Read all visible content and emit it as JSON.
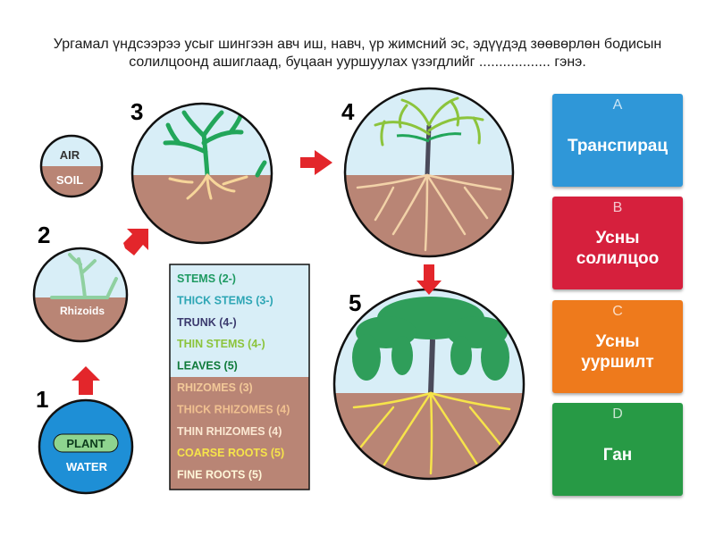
{
  "question": "Ургамал үндсээрээ усыг шингээн авч иш, навч, үр жимсний эс, эдүүдэд зөөвөрлөн бодисын солилцоонд ашиглаад, буцаан ууршуулах үзэгдлийг .................. гэнэ.",
  "diagram": {
    "steps": [
      "1",
      "2",
      "3",
      "4",
      "5"
    ],
    "air_label": "AIR",
    "soil_label": "SOIL",
    "rhizoids_label": "Rhizoids",
    "plant_label": "PLANT",
    "water_label": "WATER",
    "legend": [
      {
        "text": "STEMS (2-)",
        "color": "#1e9a62"
      },
      {
        "text": "THICK STEMS (3-)",
        "color": "#2ea6b5"
      },
      {
        "text": "TRUNK (4-)",
        "color": "#3b3a6e"
      },
      {
        "text": "THIN STEMS (4-)",
        "color": "#8cc43c"
      },
      {
        "text": "LEAVES (5)",
        "color": "#0f7a3a"
      },
      {
        "text": "RHIZOMES (3)",
        "color": "#f2c898"
      },
      {
        "text": "THICK RHIZOMES (4)",
        "color": "#f0c090"
      },
      {
        "text": "THIN RHIZOMES (4)",
        "color": "#fbe8d2"
      },
      {
        "text": "COARSE ROOTS (5)",
        "color": "#f6e44a"
      },
      {
        "text": "FINE ROOTS (5)",
        "color": "#fff6d8"
      }
    ],
    "colors": {
      "sky": "#d8eef7",
      "soil": "#b98575",
      "stem": "#22a65a",
      "trunk": "#4a4a5a",
      "root": "#f6d59a",
      "arrow": "#e3262b"
    }
  },
  "answers": [
    {
      "letter": "A",
      "text": "Транспирац",
      "color": "#2f97d8"
    },
    {
      "letter": "B",
      "text": "Усны солилцоо",
      "color": "#d6203d"
    },
    {
      "letter": "C",
      "text": "Усны ууршилт",
      "color": "#ee7a1c"
    },
    {
      "letter": "D",
      "text": "Ган",
      "color": "#279a45"
    }
  ]
}
